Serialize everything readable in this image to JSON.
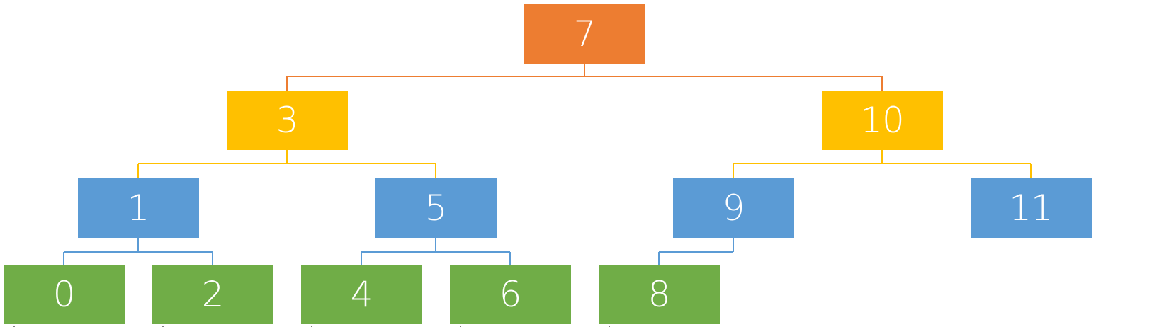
{
  "colors": {
    "level_0": "#ED7D31",
    "level_1": "#FFC000",
    "level_2": "#5B9BD5",
    "level_3": "#70AD47",
    "background": "#FFFFFF"
  },
  "tree": {
    "root": {
      "label": "7",
      "level": 0
    },
    "nodes": [
      {
        "id": "n7",
        "label": "7",
        "level": 0,
        "parent": null
      },
      {
        "id": "n3",
        "label": "3",
        "level": 1,
        "parent": "n7"
      },
      {
        "id": "n10",
        "label": "10",
        "level": 1,
        "parent": "n7"
      },
      {
        "id": "n1",
        "label": "1",
        "level": 2,
        "parent": "n3"
      },
      {
        "id": "n5",
        "label": "5",
        "level": 2,
        "parent": "n3"
      },
      {
        "id": "n9",
        "label": "9",
        "level": 2,
        "parent": "n10"
      },
      {
        "id": "n11",
        "label": "11",
        "level": 2,
        "parent": "n10"
      },
      {
        "id": "n0",
        "label": "0",
        "level": 3,
        "parent": "n1"
      },
      {
        "id": "n2",
        "label": "2",
        "level": 3,
        "parent": "n1"
      },
      {
        "id": "n4",
        "label": "4",
        "level": 3,
        "parent": "n5"
      },
      {
        "id": "n6",
        "label": "6",
        "level": 3,
        "parent": "n5"
      },
      {
        "id": "n8",
        "label": "8",
        "level": 3,
        "parent": "n9"
      }
    ]
  }
}
